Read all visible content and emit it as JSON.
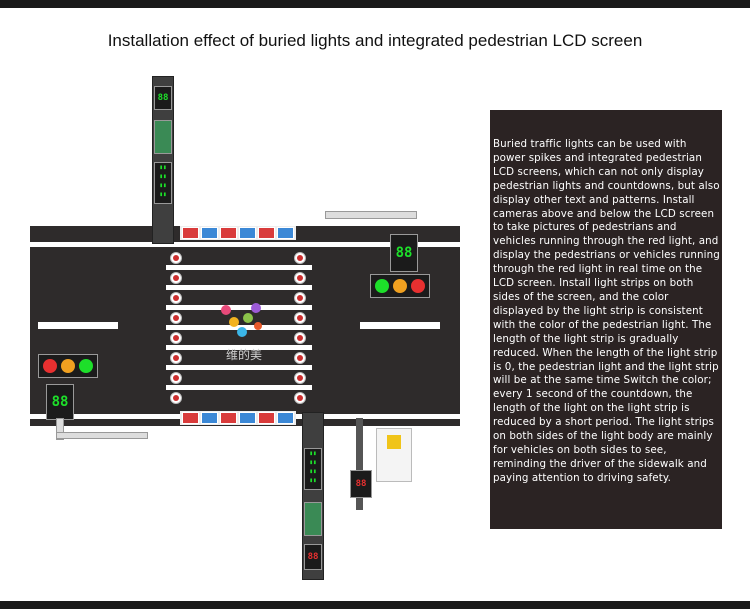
{
  "title": "Installation effect of buried lights and integrated pedestrian LCD screen",
  "description": "Buried traffic lights can be used with power spikes and integrated pedestrian LCD screens, which can not only display pedestrian lights and countdowns, but also display other text and patterns. Install cameras above and below the LCD screen to take pictures of pedestrians and vehicles running through the red light, and display the pedestrians or vehicles running through the red light in real time on the LCD screen. Install light strips on both sides of the screen, and the color displayed by the light strip is consistent with the color of the pedestrian light. The length of the light strip is gradually reduced. When the length of the light strip is 0, the pedestrian light and the light strip will be at the same time Switch the color; every 1 second of the countdown, the length of the light on the light strip is reduced by a short period. The light strips on both sides of the light body are mainly for vehicles on both sides to see, reminding the driver of the sidewalk and paying attention to driving safety.",
  "logo_text": "维的美",
  "colors": {
    "road": "#2e2b2b",
    "signal_red": "#e83030",
    "signal_yellow": "#f0a020",
    "signal_green": "#1ddf2a",
    "panel_bg": "#2b2323"
  },
  "icons": [
    "traffic-light-icon",
    "countdown-display-icon",
    "buried-light-stud-icon",
    "lcd-screen-icon",
    "warning-sign-icon"
  ]
}
